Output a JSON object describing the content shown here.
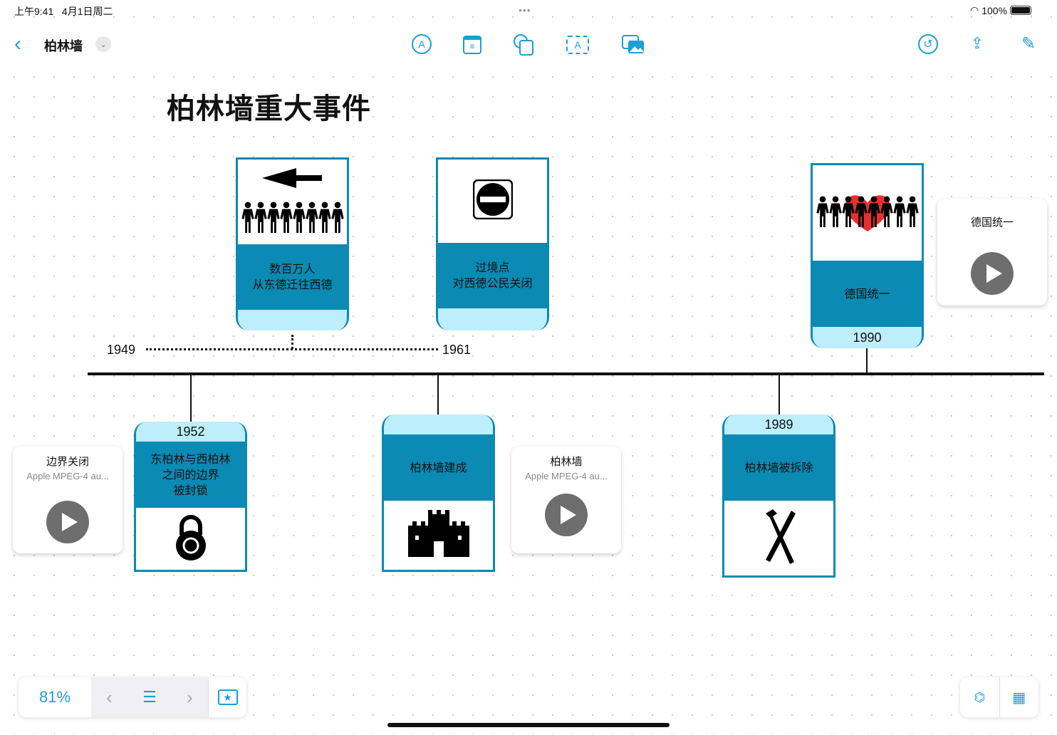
{
  "status": {
    "time": "上午9:41",
    "date": "4月1日周二",
    "battery": "100%"
  },
  "nav": {
    "doc_title": "柏林墙"
  },
  "board": {
    "title": "柏林墙重大事件",
    "timeline": {
      "start_label": "1949",
      "end_label": "1961"
    },
    "cards": [
      {
        "text1": "数百万人",
        "text2": "从东德迁往西德"
      },
      {
        "text1": "过境点",
        "text2": "对西德公民关闭"
      },
      {
        "text1": "德国统一",
        "year": "1990"
      },
      {
        "year": "1952",
        "text1": "东柏林与西柏林",
        "text2": "之间的边界",
        "text3": "被封锁"
      },
      {
        "text1": "柏林墙建成"
      },
      {
        "year": "1989",
        "text1": "柏林墙被拆除"
      }
    ],
    "audio": [
      {
        "title": "德国统一"
      },
      {
        "title": "边界关闭",
        "subtitle": "Apple MPEG-4 au..."
      },
      {
        "title": "柏林墙",
        "subtitle": "Apple MPEG-4 au..."
      }
    ]
  },
  "bottom": {
    "zoom": "81%"
  },
  "colors": {
    "accent": "#1a9fd6",
    "teal": "#0b8ab3",
    "light": "#bdeefc"
  }
}
